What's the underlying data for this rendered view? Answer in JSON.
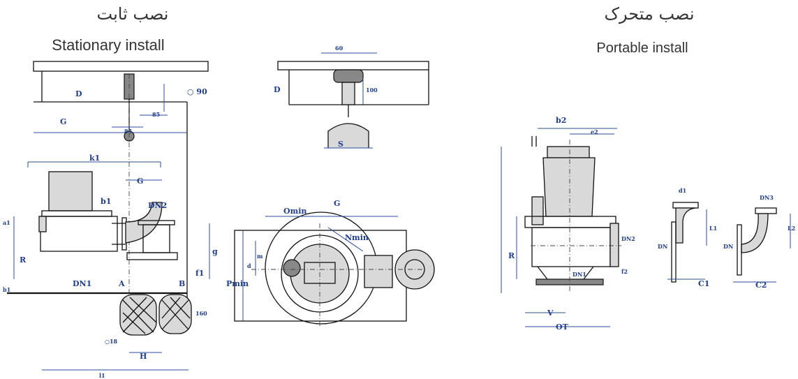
{
  "headings": {
    "stationary_fa": "نصب ثابت",
    "stationary_en": "Stationary install",
    "portable_fa": "نصب متحرک",
    "portable_en": "Portable install"
  },
  "labels": {
    "o90": "○ 90",
    "d1": "D",
    "d2": "D",
    "g_top": "G",
    "g_mid": "G",
    "g_right": "G",
    "dim85a": "85",
    "dim85b": "85",
    "k1": "k1",
    "b1": "b1",
    "dn2": "DN2",
    "dn1": "DN1",
    "a1": "a1",
    "r_stat": "R",
    "a": "A",
    "b": "B",
    "g_small": "g",
    "f1": "f1",
    "dim160": "160",
    "o18": "○18",
    "h": "H",
    "l1": "l1",
    "b1_low": "b1",
    "dim60": "60",
    "dim100": "100",
    "s": "S",
    "o_min": "Omin",
    "n_min": "Nmin",
    "m": "m",
    "d_small": "d",
    "p_min": "Pmin",
    "b2": "b2",
    "e2": "e2",
    "dn_port": "DN2",
    "r_port": "R",
    "dn1_port": "DN1",
    "f2": "f2",
    "v": "V",
    "ot": "OT",
    "d1_small": "d1",
    "l1_small": "L1",
    "dn_a": "DN",
    "c1": "C1",
    "dn3": "DN3",
    "l2": "L2",
    "dn_b": "DN",
    "c2": "C2"
  }
}
